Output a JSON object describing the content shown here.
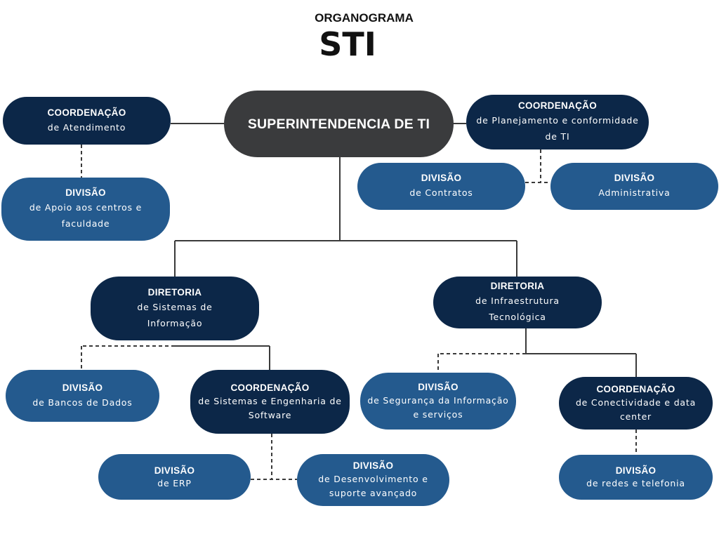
{
  "header": {
    "label": "ORGANOGRAMA",
    "title": "STI"
  },
  "colors": {
    "dark_navy": "#0c2748",
    "medium_blue": "#245a8e",
    "charcoal": "#3a3b3d",
    "line": "#3a3a3a"
  },
  "nodes": {
    "superintendencia": {
      "title": "SUPERINTENDENCIA DE TI"
    },
    "coord_atendimento": {
      "title": "COORDENAÇÃO",
      "subtitle": "de Atendimento"
    },
    "div_apoio": {
      "title": "DIVISÃO",
      "subtitle": "de Apoio aos centros e faculdade"
    },
    "coord_planejamento": {
      "title": "COORDENAÇÃO",
      "subtitle": "de Planejamento e conformidade de TI"
    },
    "div_contratos": {
      "title": "DIVISÃO",
      "subtitle": "de Contratos"
    },
    "div_administrativa": {
      "title": "DIVISÃO",
      "subtitle": "Administrativa"
    },
    "dir_sistemas": {
      "title": "DIRETORIA",
      "subtitle": "de Sistemas de Informação"
    },
    "dir_infra": {
      "title": "DIRETORIA",
      "subtitle": "de Infraestrutura Tecnológica"
    },
    "div_bancos": {
      "title": "DIVISÃO",
      "subtitle": "de Bancos de Dados"
    },
    "coord_sistemas": {
      "title": "COORDENAÇÃO",
      "subtitle": "de Sistemas e Engenharia de Software"
    },
    "div_seguranca": {
      "title": "DIVISÃO",
      "subtitle": "de Segurança da Informação e serviços"
    },
    "coord_conectividade": {
      "title": "COORDENAÇÃO",
      "subtitle": "de Conectividade e data center"
    },
    "div_erp": {
      "title": "DIVISÃO",
      "subtitle": "de ERP"
    },
    "div_desenvolvimento": {
      "title": "DIVISÃO",
      "subtitle": "de Desenvolvimento e suporte avançado"
    },
    "div_redes": {
      "title": "DIVISÃO",
      "subtitle": "de redes e telefonia"
    }
  }
}
